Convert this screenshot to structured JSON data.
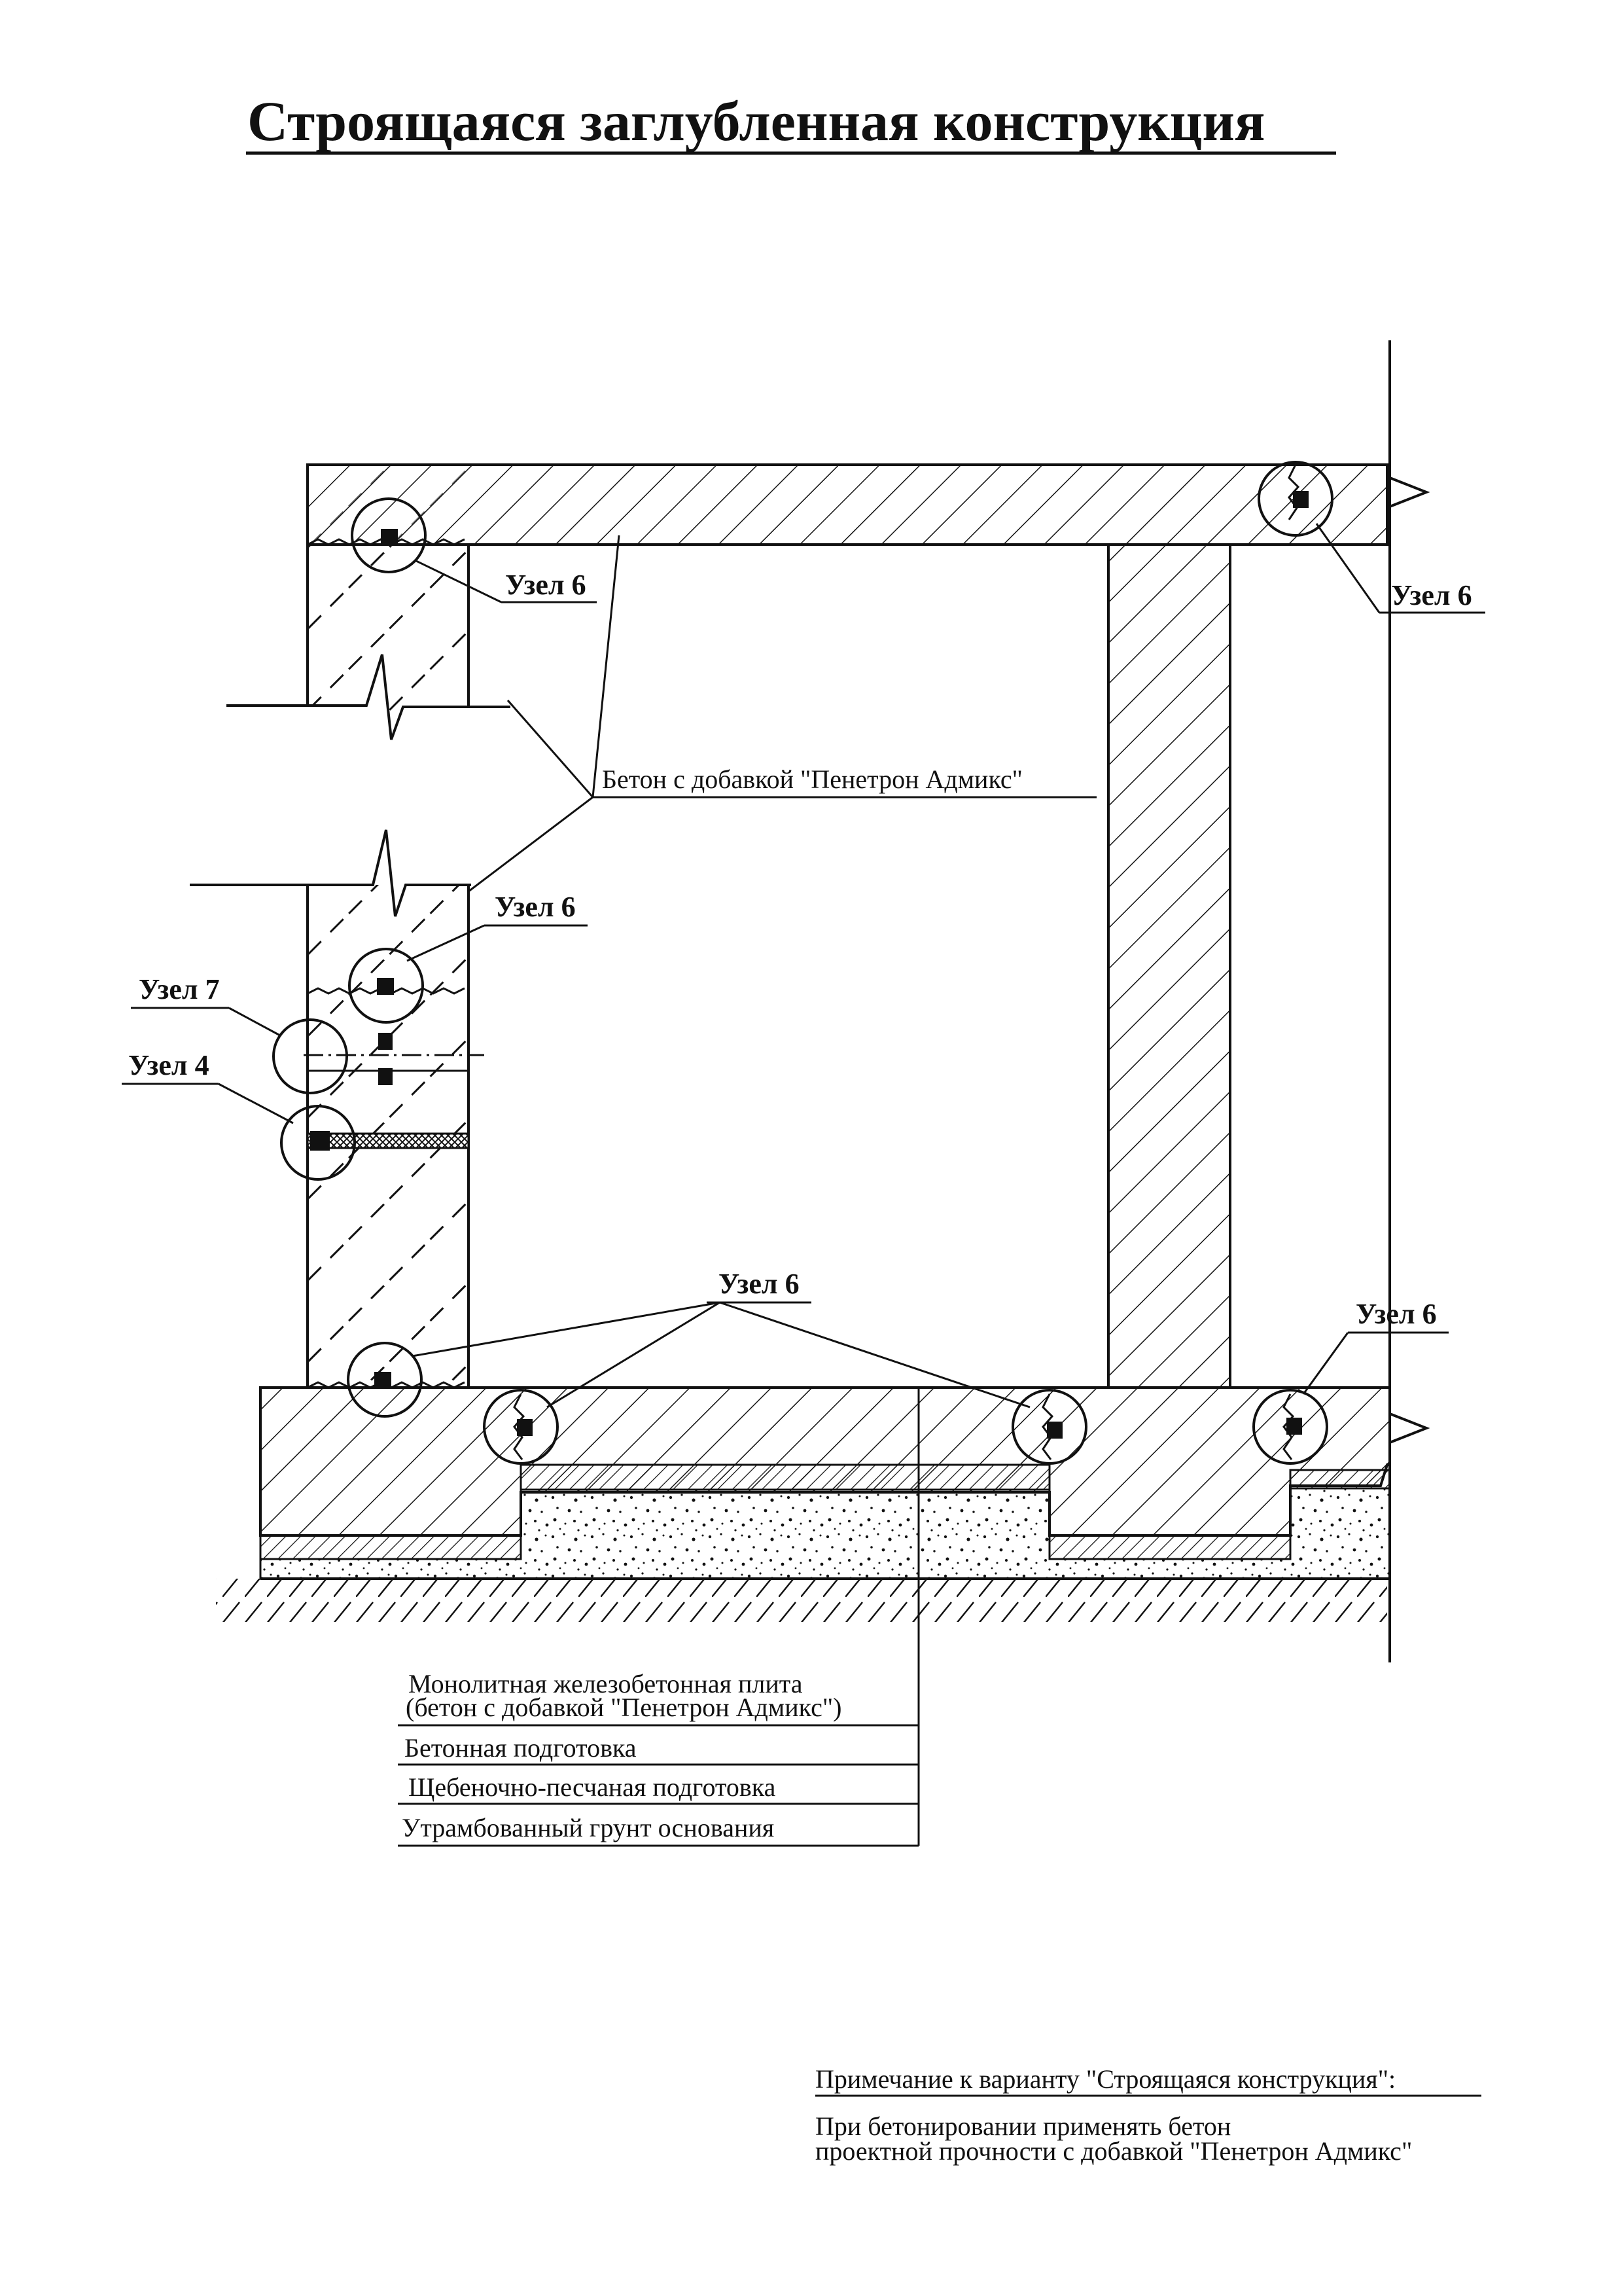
{
  "title": "Строящаяся заглубленная конструкция",
  "callouts": {
    "uzel6_top_left": "Узел 6",
    "uzel6_top_right": "Узел 6",
    "uzel6_mid_left": "Узел 6",
    "uzel7": "Узел 7",
    "uzel4": "Узел 4",
    "uzel6_bottom_center": "Узел 6",
    "uzel6_bottom_right": "Узел 6"
  },
  "concrete_label": "Бетон с добавкой \"Пенетрон Адмикс\"",
  "layers": [
    "Монолитная железобетонная плита",
    "(бетон с добавкой \"Пенетрон Адмикс\")",
    "Бетонная подготовка",
    "Щебеночно-песчаная подготовка",
    "Утрамбованный грунт основания"
  ],
  "note": {
    "heading": "Примечание к варианту \"Строящаяся конструкция\":",
    "line1": "При бетонировании применять бетон",
    "line2": "проектной прочности  с добавкой \"Пенетрон Адмикс\""
  }
}
